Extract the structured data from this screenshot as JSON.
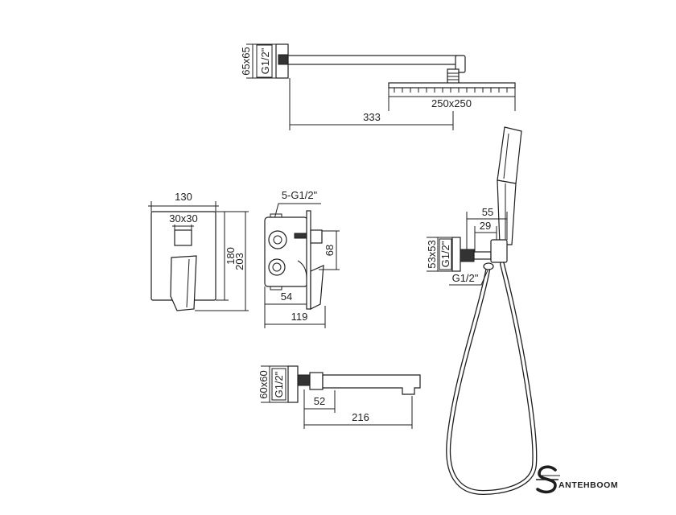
{
  "colors": {
    "line": "#1e1e1e",
    "background": "#ffffff"
  },
  "overhead_shower": {
    "flange_size": "65x65",
    "thread": "G1/2\"",
    "head_size": "250x250",
    "arm_length": "333"
  },
  "mixer_front": {
    "width": "130",
    "cartridge_size": "30x30",
    "plate_height": "180",
    "total_height": "203"
  },
  "mixer_side": {
    "outlets": "5-G1/2\"",
    "outlet_spacing": "68",
    "body_depth": "54",
    "total_depth": "119"
  },
  "hand_shower": {
    "holder_depth": "55",
    "holder_offset": "29",
    "flange_size": "53x53",
    "flange_thread": "G1/2\"",
    "hose_thread": "G1/2\""
  },
  "spout": {
    "flange_size": "60x60",
    "thread": "G1/2\"",
    "sleeve_length": "52",
    "spout_length": "216"
  },
  "logo": {
    "wordmark": "ANTEHBOOM"
  }
}
